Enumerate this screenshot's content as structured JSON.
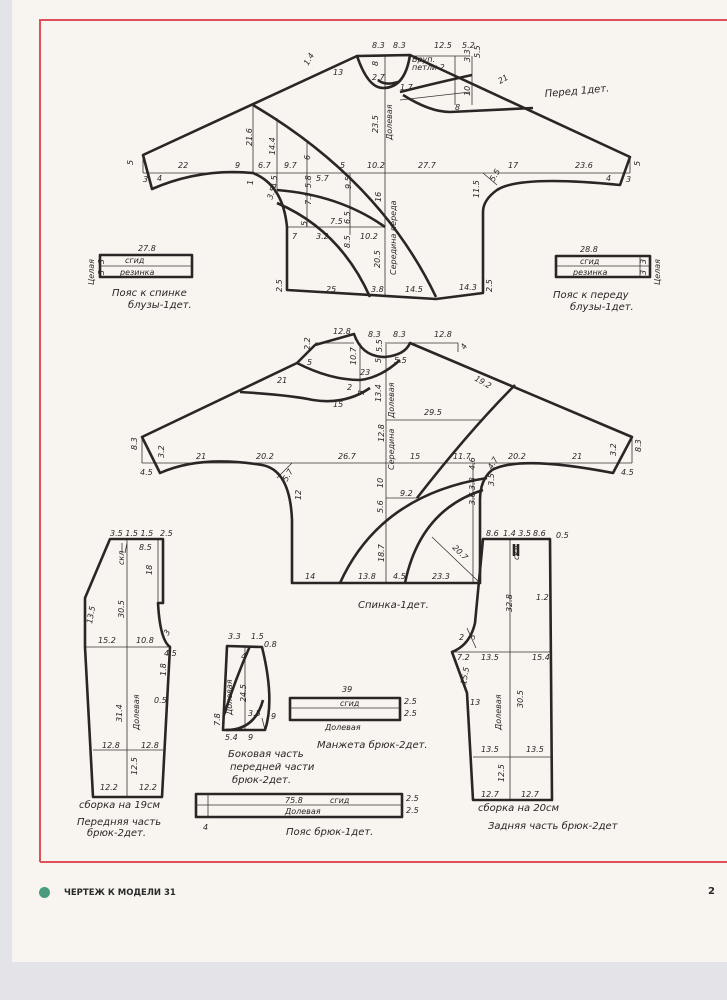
{
  "front": {
    "title": "Перед 1дет.",
    "labels": [
      "8.3",
      "8.3",
      "12.5",
      "5.2",
      "1.4",
      "13",
      "8",
      "2.7",
      "5.5",
      "3.3",
      "Вруп.",
      "петли 2",
      "1.7",
      "21",
      "10",
      "8",
      "23.5",
      "Долевая",
      "21.6",
      "14.4",
      "5",
      "22",
      "9",
      "6.7",
      "9.7",
      "6",
      "5",
      "10.2",
      "27.7",
      "17",
      "23.6",
      "5",
      "3",
      "4",
      "1",
      "4.5",
      "5.8",
      "5.7",
      "9.5",
      "16",
      "Середина переда",
      "11.5",
      "5.5",
      "4",
      "3",
      "3.5",
      "7.3",
      "7.5",
      "6.5",
      "5",
      "7",
      "3.2",
      "8.5",
      "10.2",
      "20.5",
      "2.5",
      "25",
      "3.8",
      "14.5",
      "14.3",
      "2.5"
    ]
  },
  "back_belt": {
    "labels": [
      "27.8",
      "сгид",
      "резинка",
      "3",
      "3",
      "Целая"
    ],
    "caption": [
      "Пояс к спинке",
      "блузы-1дет."
    ]
  },
  "front_belt": {
    "labels": [
      "28.8",
      "сгид",
      "резинка",
      "3",
      "3",
      "Целая"
    ],
    "caption": [
      "Пояс к переду",
      "блузы-1дет."
    ]
  },
  "back": {
    "title": "Спинка-1дет.",
    "labels": [
      "12.8",
      "8.3",
      "8.3",
      "12.8",
      "4",
      "2.2",
      "5",
      "10.7",
      "23",
      "5",
      "5.5",
      "5.5",
      "21",
      "2",
      "3",
      "13.4",
      "Долевая",
      "15",
      "19.2",
      "29.5",
      "12.8",
      "Середина",
      "8.3",
      "3.2",
      "21",
      "20.2",
      "26.7",
      "15",
      "11.7",
      "20.2",
      "21",
      "3.2",
      "8.3",
      "4.5",
      "4.5",
      "5.7",
      "12",
      "10",
      "9.2",
      "4.6",
      "4.7",
      "3.8",
      "3.5",
      "3.6",
      "5.6",
      "18.7",
      "20.7",
      "14",
      "13.8",
      "4.5",
      "23.3"
    ]
  },
  "front_trousers": {
    "labels": [
      "3.5 1.5 1.5",
      "2.5",
      "8.5",
      "скл",
      "18",
      "30.5",
      "13.5",
      "15.2",
      "10.8",
      "3",
      "4.5",
      "1.8",
      "0.5",
      "31.4",
      "Долевая",
      "12.8",
      "12.8",
      "12.5",
      "12.2",
      "12.2"
    ],
    "caption": [
      "сборка на 19см",
      "Передняя часть",
      "брюк-2дет."
    ]
  },
  "side_piece": {
    "labels": [
      "3.3",
      "1.5",
      "0.8",
      "4",
      "24.5",
      "Долевая",
      "3.5",
      "7.8",
      "9",
      "5.4",
      "9"
    ],
    "caption": [
      "Боковая часть",
      "передней части",
      "брюк-2дет."
    ]
  },
  "cuff": {
    "labels": [
      "39",
      "сгид",
      "2.5",
      "2.5",
      "Долевая"
    ],
    "caption": [
      "Манжета брюк-2дет."
    ]
  },
  "waistband": {
    "labels": [
      "75.8",
      "сгид",
      "Долевая",
      "2.5",
      "2.5",
      "4"
    ],
    "caption": [
      "Пояс брюк-1дет."
    ]
  },
  "back_trousers": {
    "labels": [
      "8.6",
      "1.4 3.5",
      "8.6",
      "0.5",
      "скл",
      "32.8",
      "1.2",
      "2",
      "3",
      "7.2",
      "13.5",
      "15.4",
      "15.5",
      "13",
      "Долевая",
      "30.5",
      "13.5",
      "13.5",
      "12.5",
      "12.7",
      "12.7"
    ],
    "caption": [
      "сборка на 20см",
      "Задняя часть брюк-2дет"
    ]
  },
  "footer": {
    "text": "ЧЕРТЕЖ К МОДЕЛИ 31",
    "page_number": "2"
  },
  "colors": {
    "border": "#e0505a",
    "ink": "#2b2525",
    "paper": "#f8f4ef",
    "dot": "#4a9a7e"
  }
}
